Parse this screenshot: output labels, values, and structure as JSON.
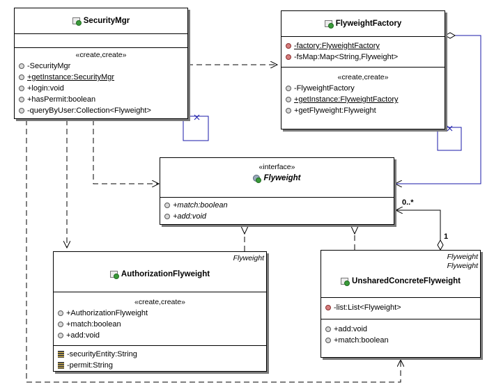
{
  "security_mgr": {
    "name": "SecurityMgr",
    "ctor_stereotype": "«create,create»",
    "members": [
      {
        "text": "-SecurityMgr",
        "visibility": "public",
        "underline": false
      },
      {
        "text": "+getInstance:SecurityMgr",
        "visibility": "public",
        "underline": true
      },
      {
        "text": "+login:void",
        "visibility": "public",
        "underline": false
      },
      {
        "text": "+hasPermit:boolean",
        "visibility": "public",
        "underline": false
      },
      {
        "text": "-queryByUser:Collection<Flyweight>",
        "visibility": "public",
        "underline": false
      }
    ]
  },
  "flyweight_factory": {
    "name": "FlyweightFactory",
    "fields": [
      {
        "text": "-factory:FlyweightFactory",
        "visibility": "private",
        "underline": true
      },
      {
        "text": "-fsMap:Map<String,Flyweight>",
        "visibility": "private",
        "underline": false
      }
    ],
    "ctor_stereotype": "«create,create»",
    "methods": [
      {
        "text": "-FlyweightFactory",
        "visibility": "public",
        "underline": false
      },
      {
        "text": "+getInstance:FlyweightFactory",
        "visibility": "public",
        "underline": true
      },
      {
        "text": "+getFlyweight:Flyweight",
        "visibility": "public",
        "underline": false
      }
    ]
  },
  "flyweight": {
    "stereotype": "«interface»",
    "name": "Flyweight",
    "methods": [
      {
        "text": "+match:boolean",
        "visibility": "public"
      },
      {
        "text": "+add:void",
        "visibility": "public"
      }
    ]
  },
  "authorization_flyweight": {
    "template": "Flyweight",
    "name": "AuthorizationFlyweight",
    "ctor_stereotype": "«create,create»",
    "methods": [
      {
        "text": "+AuthorizationFlyweight",
        "visibility": "public"
      },
      {
        "text": "+match:boolean",
        "visibility": "public"
      },
      {
        "text": "+add:void",
        "visibility": "public"
      }
    ],
    "fields": [
      {
        "text": "-securityEntity:String",
        "visibility": "field"
      },
      {
        "text": "-permit:String",
        "visibility": "field"
      }
    ]
  },
  "unshared_concrete_flyweight": {
    "templates": [
      "Flyweight",
      "Flyweight"
    ],
    "name": "UnsharedConcreteFlyweight",
    "fields": [
      {
        "text": "-list:List<Flyweight>",
        "visibility": "private"
      }
    ],
    "methods": [
      {
        "text": "+add:void",
        "visibility": "public"
      },
      {
        "text": "+match:boolean",
        "visibility": "public"
      }
    ]
  },
  "multiplicities": {
    "many": "0..*",
    "one": "1"
  }
}
